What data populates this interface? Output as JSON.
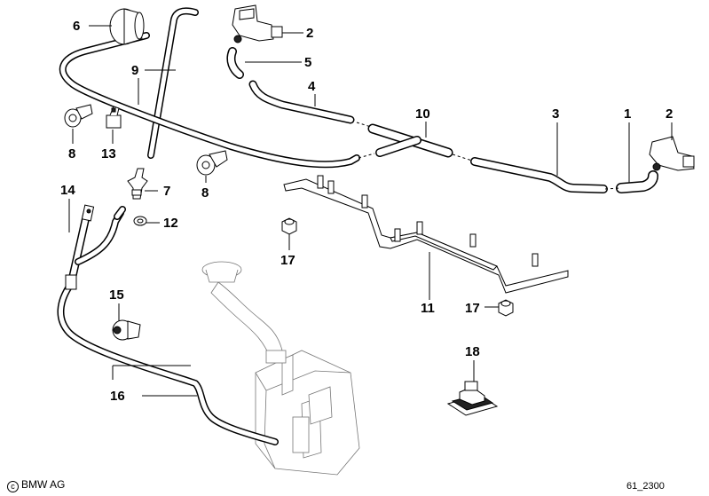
{
  "diagram": {
    "callouts": {
      "c1": "1",
      "c2a": "2",
      "c2b": "2",
      "c3": "3",
      "c4": "4",
      "c5": "5",
      "c6": "6",
      "c7": "7",
      "c8a": "8",
      "c8b": "8",
      "c9": "9",
      "c10": "10",
      "c11": "11",
      "c12": "12",
      "c13": "13",
      "c14": "14",
      "c15": "15",
      "c16": "16",
      "c17a": "17",
      "c17b": "17",
      "c18": "18"
    }
  },
  "footer": {
    "copyright_symbol": "c",
    "copyright_text": "BMW AG",
    "diagram_number": "61_2300"
  }
}
